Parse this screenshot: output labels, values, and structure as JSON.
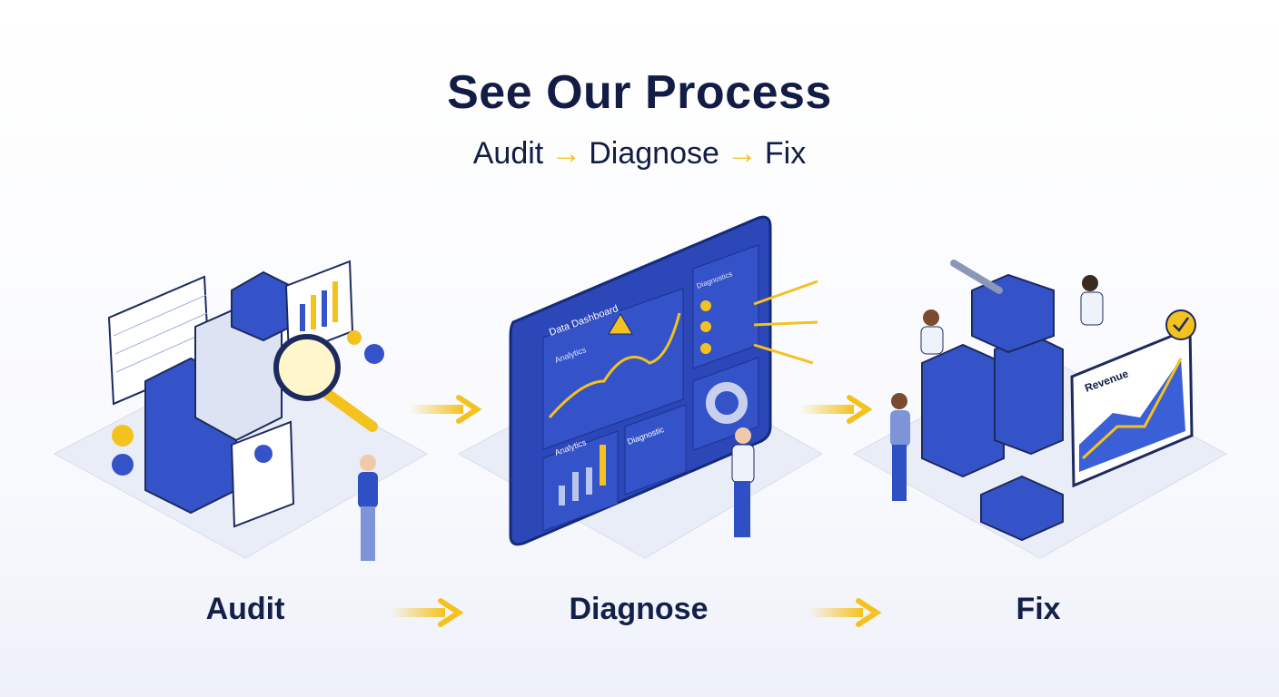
{
  "header": {
    "title": "See Our Process",
    "steps": [
      "Audit",
      "Diagnose",
      "Fix"
    ],
    "arrow": "→"
  },
  "stages": [
    {
      "label": "Audit"
    },
    {
      "label": "Diagnose",
      "dashboard": {
        "title": "Data Dashboard",
        "panels": [
          "Analytics",
          "Diagnostics",
          "Diagnostic",
          "Analytics"
        ]
      }
    },
    {
      "label": "Fix",
      "chart_title": "Revenue"
    }
  ],
  "colors": {
    "primary": "#2f4fc4",
    "dark": "#121c45",
    "accent": "#f4c21f",
    "platform": "#e6eaf6"
  }
}
